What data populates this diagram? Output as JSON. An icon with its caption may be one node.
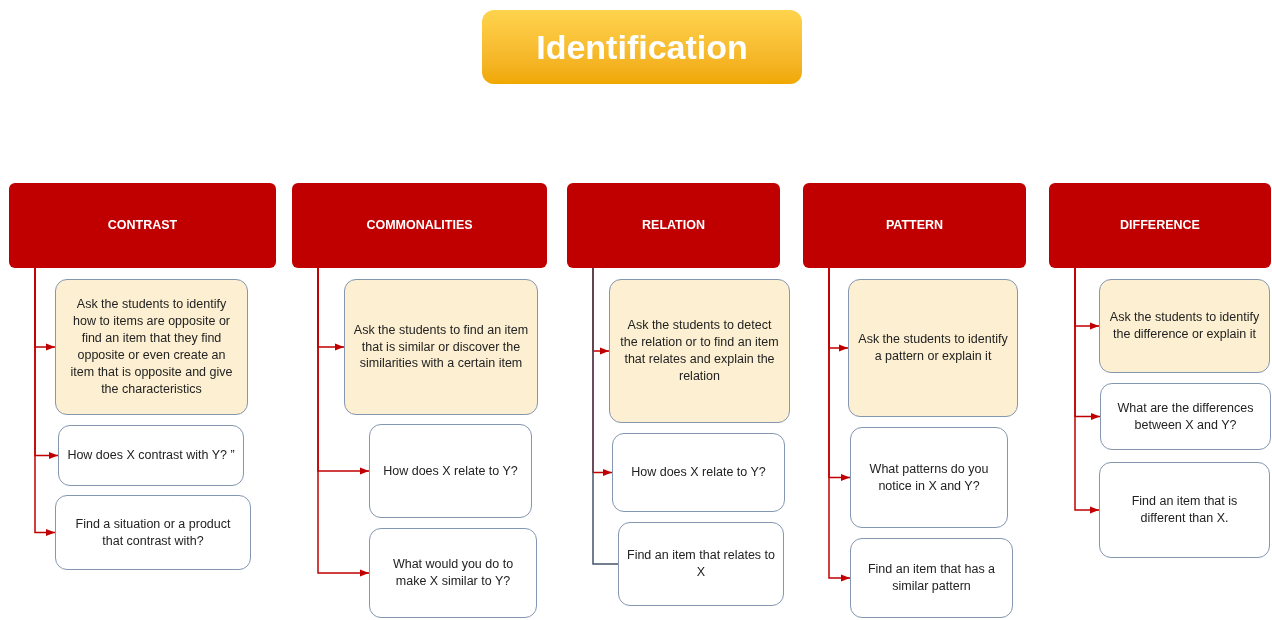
{
  "diagram": {
    "title": "Identification",
    "nodes": [
      {
        "text": [
          "CONTRAST"
        ]
      },
      {
        "text": [
          "Ask the students to identify how to items are opposite or find an item that they find opposite or even create an item that is opposite and give the characteristics"
        ]
      },
      {
        "text": [
          "How does X contrast with Y? ”"
        ]
      },
      {
        "text": [
          "Find a situation or a product that contrast with?"
        ]
      },
      {
        "text": [
          "COMMONALITIES"
        ]
      },
      {
        "text": [
          "Ask the students to find an item that is similar or discover the similarities with a certain item"
        ]
      },
      {
        "text": [
          "How does X relate to Y?"
        ]
      },
      {
        "text": [
          "What would you do to make X similar to Y?"
        ]
      },
      {
        "text": [
          "RELATION"
        ]
      },
      {
        "text": [
          "Ask the students to detect the relation or to find an item that relates and explain the relation"
        ]
      },
      {
        "text": [
          "How does X relate to Y?"
        ]
      },
      {
        "text": [
          "Find an item that relates to X"
        ]
      },
      {
        "text": [
          "PATTERN"
        ]
      },
      {
        "text": [
          "Ask the students to identify a pattern or explain it"
        ]
      },
      {
        "text": [
          "What patterns do you notice in X and Y?"
        ]
      },
      {
        "text": [
          "Find an item that has a similar pattern"
        ]
      },
      {
        "text": [
          "DIFFERENCE"
        ]
      },
      {
        "text": [
          "Ask the students to identify the difference or explain it"
        ]
      },
      {
        "text": [
          "What are the differences between X and Y?"
        ]
      },
      {
        "text": [
          "Find an item that is different than X."
        ]
      }
    ],
    "edges": [
      {
        "from": 0,
        "to": 1,
        "arrow": "to"
      },
      {
        "from": 0,
        "to": 2,
        "arrow": "to"
      },
      {
        "from": 0,
        "to": 3,
        "arrow": "to"
      },
      {
        "from": 4,
        "to": 5,
        "arrow": "to"
      },
      {
        "from": 4,
        "to": 6,
        "arrow": "to"
      },
      {
        "from": 4,
        "to": 7,
        "arrow": "to"
      },
      {
        "from": 8,
        "to": 9,
        "arrow": "to"
      },
      {
        "from": 8,
        "to": 10,
        "arrow": "to"
      },
      {
        "from": 8,
        "to": 11,
        "arrow": "none",
        "color": "#44546a"
      },
      {
        "from": 12,
        "to": 13,
        "arrow": "to"
      },
      {
        "from": 12,
        "to": 14,
        "arrow": "to"
      },
      {
        "from": 12,
        "to": 15,
        "arrow": "to"
      },
      {
        "from": 16,
        "to": 17,
        "arrow": "to"
      },
      {
        "from": 16,
        "to": 18,
        "arrow": "to"
      },
      {
        "from": 16,
        "to": 19,
        "arrow": "to"
      }
    ]
  }
}
